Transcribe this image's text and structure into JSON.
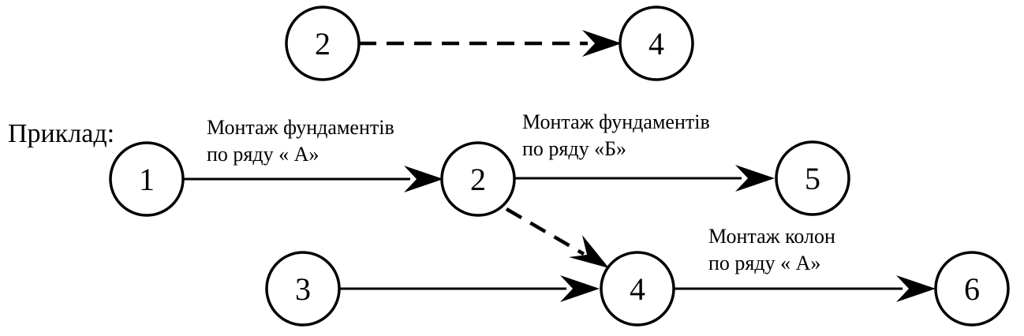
{
  "example_label": "Приклад:",
  "legend": {
    "from": "2",
    "to": "4",
    "dashed": true
  },
  "nodes": [
    {
      "id": "1",
      "label": "1"
    },
    {
      "id": "2",
      "label": "2"
    },
    {
      "id": "3",
      "label": "3"
    },
    {
      "id": "4",
      "label": "4"
    },
    {
      "id": "5",
      "label": "5"
    },
    {
      "id": "6",
      "label": "6"
    }
  ],
  "edges": [
    {
      "from": "1",
      "to": "2",
      "dashed": false,
      "label_lines": [
        "Монтаж фундаментів",
        "по ряду « А»"
      ]
    },
    {
      "from": "2",
      "to": "5",
      "dashed": false,
      "label_lines": [
        "Монтаж фундаментів",
        "по ряду «Б»"
      ]
    },
    {
      "from": "2",
      "to": "4",
      "dashed": true,
      "label_lines": []
    },
    {
      "from": "3",
      "to": "4",
      "dashed": false,
      "label_lines": []
    },
    {
      "from": "4",
      "to": "6",
      "dashed": false,
      "label_lines": [
        "Монтаж колон",
        "по ряду « А»"
      ]
    }
  ]
}
